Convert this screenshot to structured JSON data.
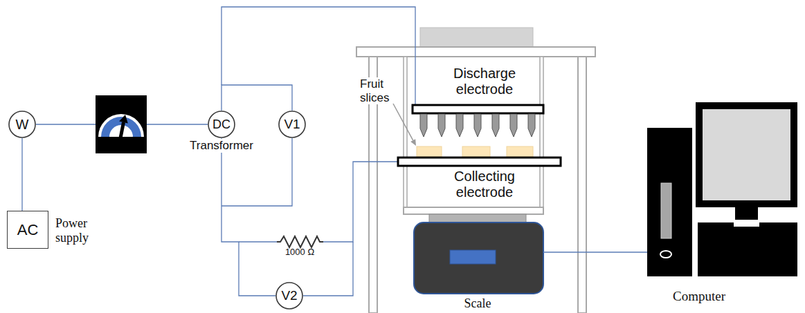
{
  "diagram": {
    "nodes": [
      {
        "text": [
          "W"
        ]
      },
      {
        "text": [
          "AC"
        ]
      },
      {
        "text": [
          "DC"
        ]
      },
      {
        "text": [
          "V1"
        ]
      },
      {
        "text": [
          "V2"
        ]
      }
    ],
    "edges": [
      {
        "from": 0,
        "to": 1,
        "arrow": "none"
      },
      {
        "from": 2,
        "to": 3,
        "arrow": "none"
      },
      {
        "from": 2,
        "to": 4,
        "arrow": "none"
      }
    ],
    "labels": [
      "Discharge electrode",
      "Fruit slices",
      "Transformer",
      "Collecting electrode",
      "Power supply",
      "1000 Ω",
      "Scale",
      "Computer"
    ]
  }
}
